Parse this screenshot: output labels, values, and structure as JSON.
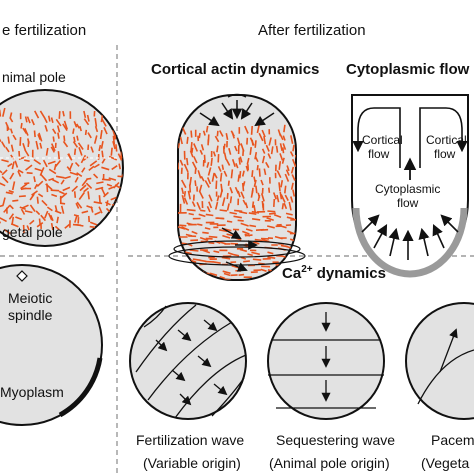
{
  "headers": {
    "before": "e fertilization",
    "after": "After fertilization"
  },
  "titles": {
    "actin": "Cortical actin dynamics",
    "flow": "Cytoplasmic flow",
    "ca_main": "Ca",
    "ca_sup": "2+",
    "ca_rest": " dynamics"
  },
  "before_egg": {
    "animal_pole": "nimal pole",
    "vegetal_pole": "getal pole"
  },
  "oocyte": {
    "meiotic": "Meiotic",
    "spindle": "spindle",
    "myoplasm": "Myoplasm"
  },
  "flow_diagram": {
    "cortical_left_1": "Cortical",
    "cortical_left_2": "flow",
    "cortical_right_1": "Cortical",
    "cortical_right_2": "flow",
    "cyto_1": "Cytoplasmic",
    "cyto_2": "flow"
  },
  "waves": [
    {
      "name": "Fertilization wave",
      "origin": "(Variable origin)"
    },
    {
      "name": "Sequestering wave",
      "origin": "(Animal pole origin)"
    },
    {
      "name": "Pacem",
      "origin": "(Vegeta"
    }
  ],
  "colors": {
    "actin_orange": "#e8541e",
    "egg_fill": "#e2e2e2",
    "divider": "#888888"
  }
}
